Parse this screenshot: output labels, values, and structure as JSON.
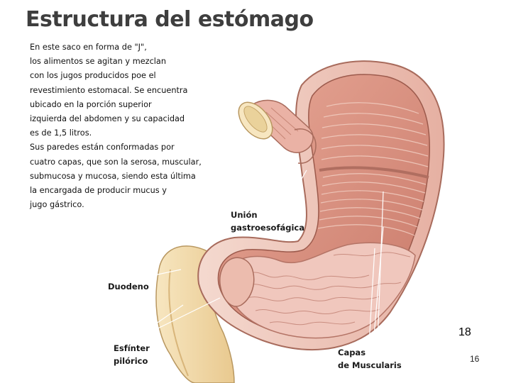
{
  "slide": {
    "title": "Estructura del estómago",
    "description": [
      "En este saco en forma de \"J\",",
      "los alimentos se agitan y mezclan",
      "con los jugos producidos poe el",
      "revestimiento estomacal. Se encuentra",
      "ubicado en la porción superior",
      "izquierda del abdomen y su capacidad",
      "es de 1,5 litros.",
      "Sus paredes están conformadas por",
      "cuatro capas, que son la serosa, muscular,",
      "submucosa y mucosa, siendo esta última",
      "la encargada de producir mucus y",
      "jugo gástrico."
    ],
    "labels": {
      "union_line1": "Unión",
      "union_line2": "gastroesofágica",
      "duodeno": "Duodeno",
      "esfinter_line1": "Esfínter",
      "esfinter_line2": "pilórico",
      "capas_line1": "Capas",
      "capas_line2": "de Muscularis"
    }
  },
  "page_number": "18",
  "page_sub": "16",
  "colors": {
    "background": "#ffffff",
    "title": "#3e3e3e",
    "tissue_pink": "#e9b3a8",
    "muscle_red": "#c8766a",
    "duodenum_cream": "#f2d9a6",
    "mucosa": "#f0c7bd"
  }
}
